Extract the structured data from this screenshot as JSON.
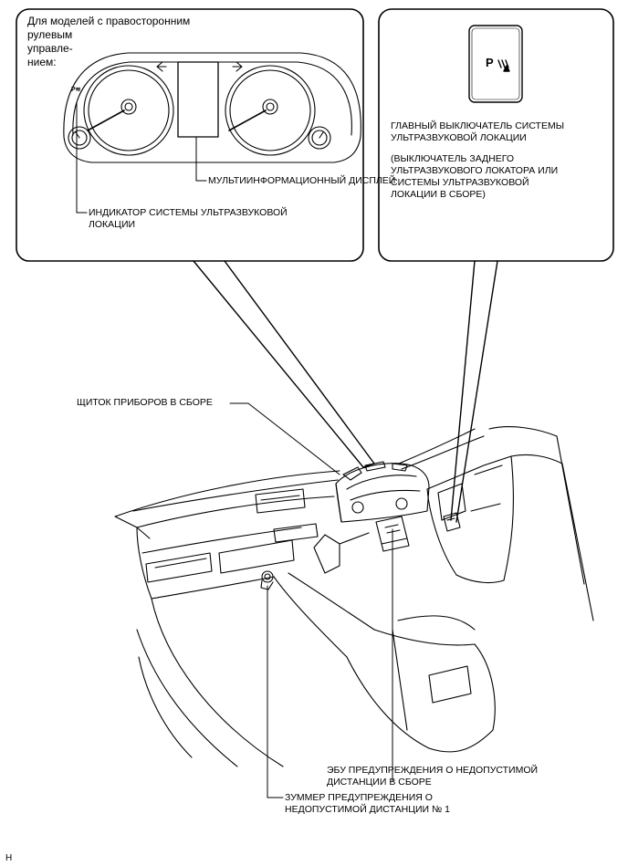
{
  "callout_left": {
    "caption_lines": [
      "Для моделей с правосторонним",
      "рулевым",
      "управле-",
      "нием:"
    ],
    "labels": {
      "multi_display": "МУЛЬТИИНФОРМАЦИОННЫЙ ДИСПЛЕЙ",
      "indicator_line1": "ИНДИКАТОР СИСТЕМЫ УЛЬТРАЗВУКОВОЙ",
      "indicator_line2": "ЛОКАЦИИ"
    },
    "indicator_symbol": "P≋"
  },
  "callout_right": {
    "switch_symbol": "P",
    "main_switch_line1": "ГЛАВНЫЙ ВЫКЛЮЧАТЕЛЬ СИСТЕМЫ",
    "main_switch_line2": "УЛЬТРАЗВУКОВОЙ ЛОКАЦИИ",
    "note_line1": "(ВЫКЛЮЧАТЕЛЬ ЗАДНЕГО",
    "note_line2": "УЛЬТРАЗВУКОВОГО ЛОКАТОРА ИЛИ",
    "note_line3": "СИСТЕМЫ УЛЬТРАЗВУКОВОЙ",
    "note_line4": "ЛОКАЦИИ В СБОРЕ)"
  },
  "main_labels": {
    "cluster": "ЩИТОК ПРИБОРОВ В СБОРЕ",
    "ecu_line1": "ЭБУ ПРЕДУПРЕЖДЕНИЯ О НЕДОПУСТИМОЙ",
    "ecu_line2": "ДИСТАНЦИИ В СБОРЕ",
    "buzzer_line1": "ЗУММЕР ПРЕДУПРЕЖДЕНИЯ О",
    "buzzer_line2": "НЕДОПУСТИМОЙ ДИСТАНЦИИ № 1"
  },
  "corner_mark": "H",
  "colors": {
    "line": "#000000",
    "background": "#ffffff"
  }
}
